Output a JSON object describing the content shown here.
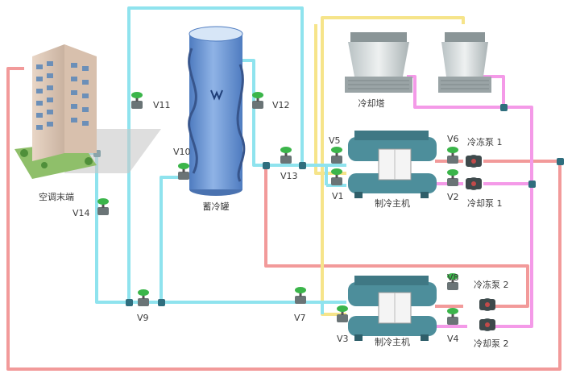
{
  "labels": {
    "building": "空调末端",
    "tank": "蓄冷罐",
    "tower": "冷却塔",
    "chiller_top": "制冷主机",
    "chiller_bottom": "制冷主机",
    "chw_pump_1": "冷冻泵 1",
    "cw_pump_1": "冷却泵 1",
    "chw_pump_2": "冷冻泵 2",
    "cw_pump_2": "冷却泵 2"
  },
  "valves": {
    "v1": "V1",
    "v2": "V2",
    "v3": "V3",
    "v4": "V4",
    "v5": "V5",
    "v6": "V6",
    "v7": "V7",
    "v8": "V8",
    "v9": "V9",
    "v10": "V10",
    "v11": "V11",
    "v12": "V12",
    "v13": "V13",
    "v14": "V14"
  },
  "colors": {
    "cyan_pipe": "#8fe3ee",
    "red_pipe": "#f29a9a",
    "yellow_pipe": "#f6e48a",
    "magenta_pipe": "#f49ae8",
    "valve_green": "#3bb54a",
    "tank_blue": "#6f9ad6",
    "chiller_teal": "#4d8e9b"
  }
}
